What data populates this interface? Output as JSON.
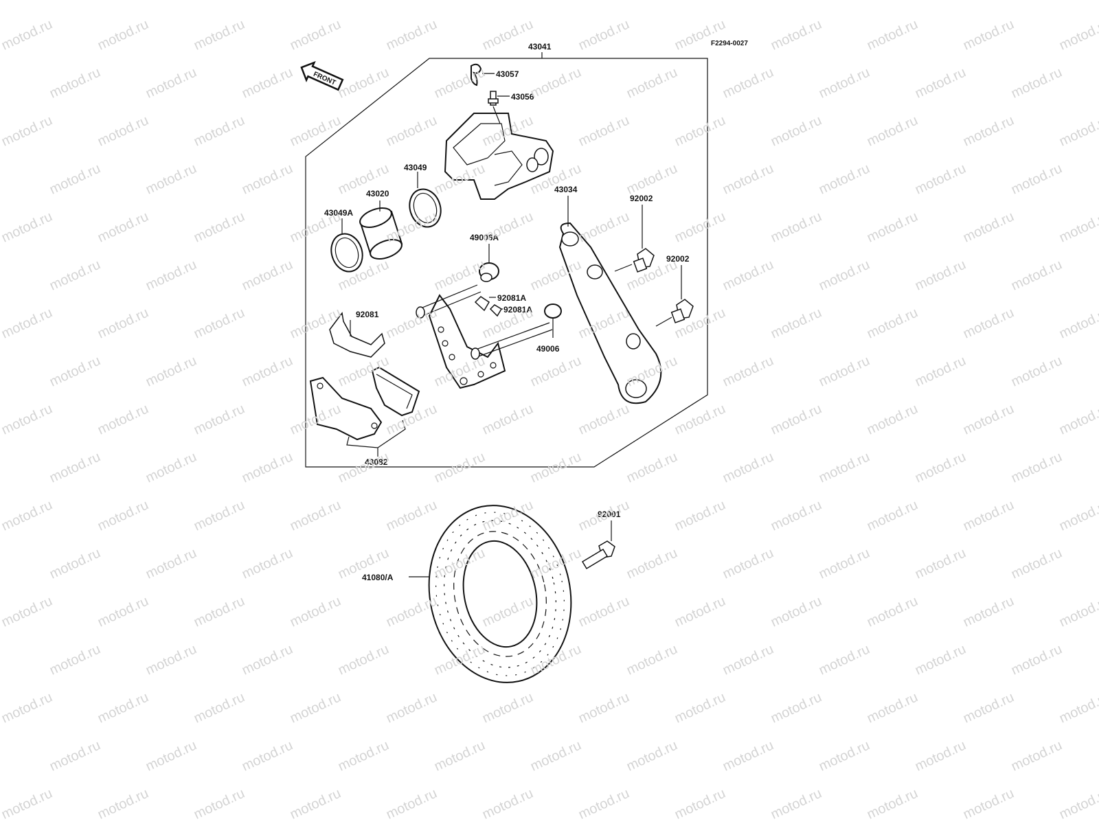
{
  "diagram": {
    "figure_code": "F2294-0027",
    "front_label": "FRONT",
    "watermark": "motod.ru",
    "parts": [
      {
        "id": "43041",
        "label": "43041"
      },
      {
        "id": "43057",
        "label": "43057"
      },
      {
        "id": "43056",
        "label": "43056"
      },
      {
        "id": "43049",
        "label": "43049"
      },
      {
        "id": "43020",
        "label": "43020"
      },
      {
        "id": "43049A",
        "label": "43049A"
      },
      {
        "id": "43034",
        "label": "43034"
      },
      {
        "id": "92002a",
        "label": "92002"
      },
      {
        "id": "92002b",
        "label": "92002"
      },
      {
        "id": "49006A",
        "label": "49006A"
      },
      {
        "id": "92081A1",
        "label": "92081A"
      },
      {
        "id": "92081A2",
        "label": "92081A"
      },
      {
        "id": "92081",
        "label": "92081"
      },
      {
        "id": "49006",
        "label": "49006"
      },
      {
        "id": "43082",
        "label": "43082"
      },
      {
        "id": "92001",
        "label": "92001"
      },
      {
        "id": "41080A",
        "label": "41080/A"
      }
    ]
  }
}
